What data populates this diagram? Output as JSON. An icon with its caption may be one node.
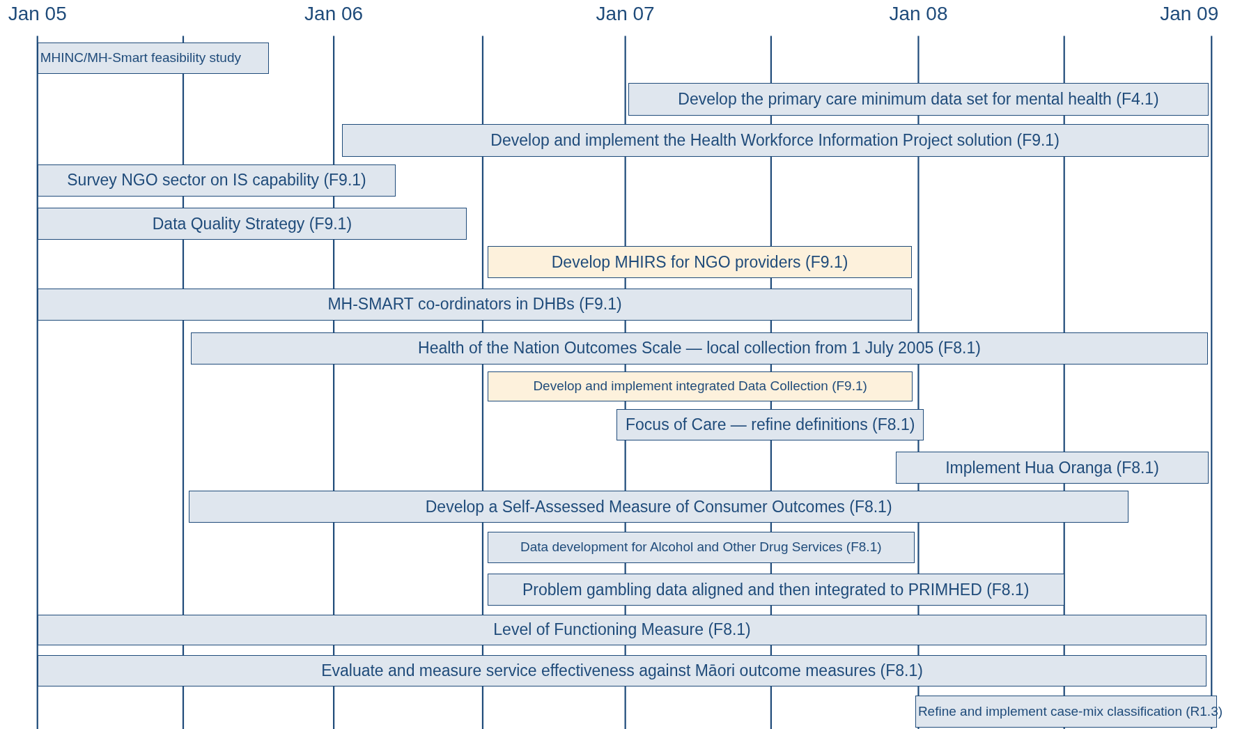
{
  "diagram": {
    "nodes": [
      {
        "text": [
          "MHINC/MH-Smart feasibility study"
        ]
      },
      {
        "text": [
          "Develop the primary care minimum data set for mental health (F4.1)"
        ]
      },
      {
        "text": [
          "Develop and implement the Health Workforce Information Project solution (F9.1)"
        ]
      },
      {
        "text": [
          "Survey NGO sector on IS capability (F9.1)"
        ]
      },
      {
        "text": [
          "Data Quality Strategy (F9.1)"
        ]
      },
      {
        "text": [
          "Develop MHIRS for NGO providers (F9.1)"
        ]
      },
      {
        "text": [
          "MH-SMART co-ordinators in DHBs (F9.1)"
        ]
      },
      {
        "text": [
          "Health of the Nation Outcomes Scale — local collection from 1 July 2005 (F8.1)"
        ]
      },
      {
        "text": [
          "Develop and implement integrated Data Collection (F9.1)"
        ]
      },
      {
        "text": [
          "Focus of Care — refine definitions (F8.1)"
        ]
      },
      {
        "text": [
          "Implement Hua Oranga (F8.1)"
        ]
      },
      {
        "text": [
          "Develop a Self-Assessed Measure of Consumer Outcomes (F8.1)"
        ]
      },
      {
        "text": [
          "Data development for Alcohol and Other Drug Services (F8.1)"
        ]
      },
      {
        "text": [
          "Problem gambling data aligned and then integrated to PRIMHED (F8.1)"
        ]
      },
      {
        "text": [
          "Level of Functioning Measure (F8.1)"
        ]
      },
      {
        "text": [
          "Evaluate and measure service effectiveness against Māori outcome measures (F8.1)"
        ]
      },
      {
        "text": [
          "Refine and implement case-mix classification (R1.3)"
        ]
      }
    ],
    "labels": [
      "Jan 05",
      "Jan 06",
      "Jan 07",
      "Jan 08",
      "Jan 09"
    ]
  }
}
